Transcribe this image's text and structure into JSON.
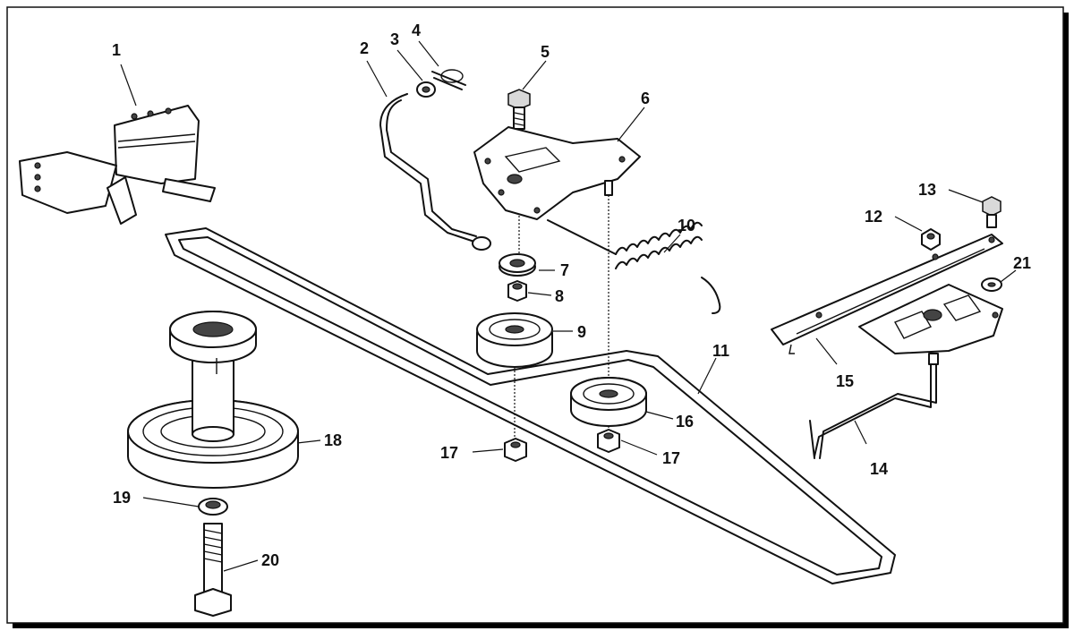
{
  "diagram": {
    "callouts": [
      "1",
      "2",
      "3",
      "4",
      "5",
      "6",
      "7",
      "8",
      "9",
      "10",
      "11",
      "12",
      "13",
      "14",
      "15",
      "16",
      "17",
      "17",
      "18",
      "19",
      "20",
      "21"
    ]
  }
}
